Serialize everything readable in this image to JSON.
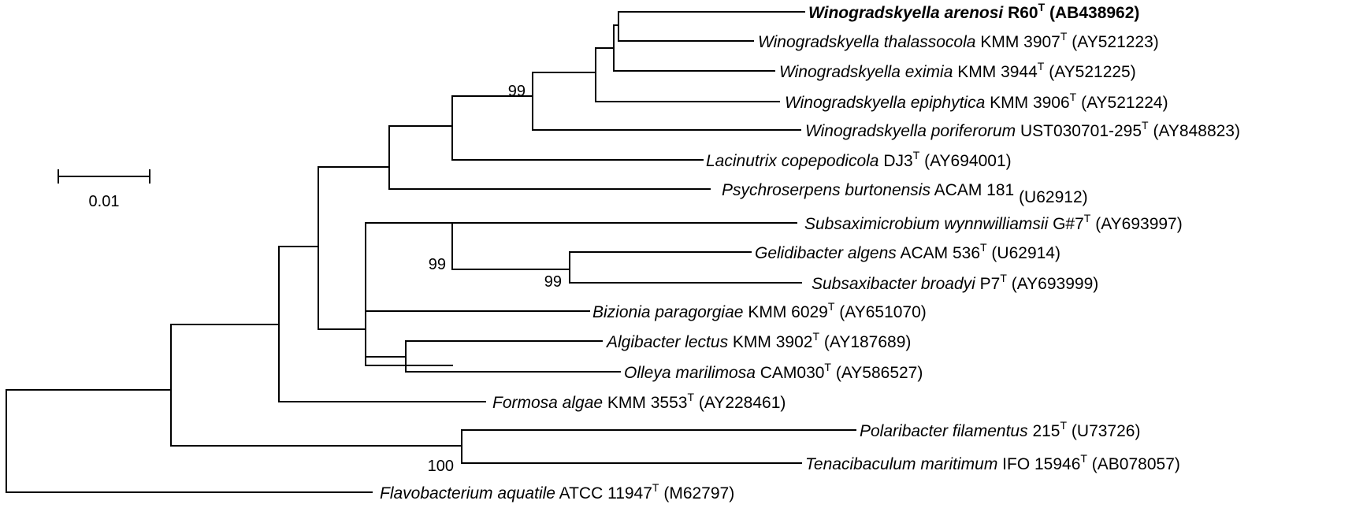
{
  "scale_bar": {
    "label": "0.01"
  },
  "bootstrap": [
    "99",
    "99",
    "99",
    "100"
  ],
  "taxa": [
    {
      "genus_species": "Winogradskyella arenosi",
      "strain": "R60",
      "sup": "T",
      "accession": "(AB438962)",
      "bold": true
    },
    {
      "genus_species": "Winogradskyella thalassocola",
      "strain": "KMM 3907",
      "sup": "T",
      "accession": "(AY521223)"
    },
    {
      "genus_species": "Winogradskyella eximia",
      "strain": "KMM 3944",
      "sup": "T",
      "accession": "(AY521225)"
    },
    {
      "genus_species": "Winogradskyella epiphytica",
      "strain": "KMM 3906",
      "sup": "T",
      "accession": "(AY521224)"
    },
    {
      "genus_species": "Winogradskyella poriferorum",
      "strain": "UST030701-295",
      "sup": "T",
      "accession": "(AY848823)"
    },
    {
      "genus_species": "Lacinutrix copepodicola",
      "strain": "DJ3",
      "sup": "T",
      "accession": "(AY694001)"
    },
    {
      "genus_species": "Psychroserpens burtonensis",
      "strain": "ACAM 181",
      "sup": "",
      "accession": "(U62912)"
    },
    {
      "genus_species": "Subsaximicrobium wynnwilliamsii",
      "strain": "G#7",
      "sup": "T",
      "accession": "(AY693997)"
    },
    {
      "genus_species": "Gelidibacter algens",
      "strain": "ACAM 536",
      "sup": "T",
      "accession": "(U62914)"
    },
    {
      "genus_species": "Subsaxibacter broadyi",
      "strain": "P7",
      "sup": "T",
      "accession": "(AY693999)"
    },
    {
      "genus_species": "Bizionia paragorgiae",
      "strain": "KMM 6029",
      "sup": "T",
      "accession": "(AY651070)"
    },
    {
      "genus_species": "Algibacter lectus",
      "strain": "KMM 3902",
      "sup": "T",
      "accession": "(AY187689)"
    },
    {
      "genus_species": "Olleya marilimosa",
      "strain": "CAM030",
      "sup": "T",
      "accession": "(AY586527)"
    },
    {
      "genus_species": "Formosa algae",
      "strain": "KMM 3553",
      "sup": "T",
      "accession": "(AY228461)"
    },
    {
      "genus_species": "Polaribacter filamentus",
      "strain": "215",
      "sup": "T",
      "accession": "(U73726)"
    },
    {
      "genus_species": "Tenacibaculum maritimum",
      "strain": "IFO 15946",
      "sup": "T",
      "accession": "(AB078057)"
    },
    {
      "genus_species": "Flavobacterium aquatile",
      "strain": "ATCC 11947",
      "sup": "T",
      "accession": "(M62797)"
    }
  ]
}
